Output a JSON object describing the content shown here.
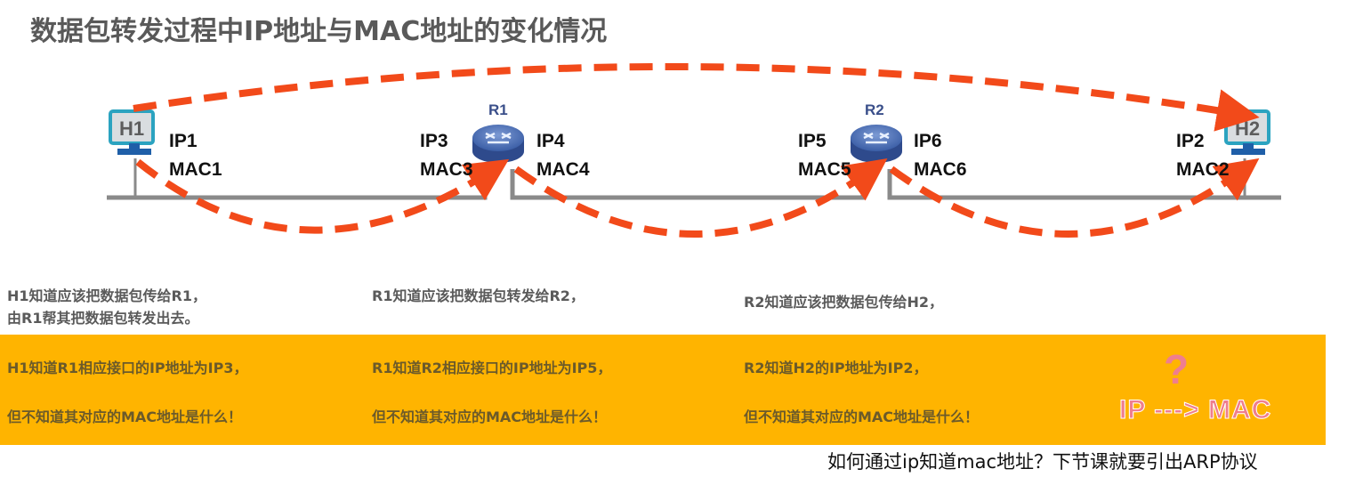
{
  "title": "数据包转发过程中IP地址与MAC地址的变化情况",
  "devices": {
    "h1": {
      "name": "H1",
      "ip": "IP1",
      "mac": "MAC1"
    },
    "r1": {
      "name": "R1",
      "left_ip": "IP3",
      "left_mac": "MAC3",
      "right_ip": "IP4",
      "right_mac": "MAC4"
    },
    "r2": {
      "name": "R2",
      "left_ip": "IP5",
      "left_mac": "MAC5",
      "right_ip": "IP6",
      "right_mac": "MAC6"
    },
    "h2": {
      "name": "H2",
      "ip": "IP2",
      "mac": "MAC2"
    }
  },
  "descriptions": {
    "h1_line1": "H1知道应该把数据包传给R1，",
    "h1_line2": "由R1帮其把数据包转发出去。",
    "r1": "R1知道应该把数据包转发给R2，",
    "r2": "R2知道应该把数据包传给H2，"
  },
  "band": {
    "col1": {
      "line1": "H1知道R1相应接口的IP地址为IP3，",
      "line2": "但不知道其对应的MAC地址是什么！"
    },
    "col2": {
      "line1": "R1知道R2相应接口的IP地址为IP5，",
      "line2": "但不知道其对应的MAC地址是什么！"
    },
    "col3": {
      "line1": "R2知道H2的IP地址为IP2，",
      "line2": "但不知道其对应的MAC地址是什么！"
    },
    "question_mark": "?",
    "mapping": "IP ---> MAC"
  },
  "footer": "如何通过ip知道mac地址？下节课就要引出ARP协议",
  "colors": {
    "arrow": "#f24a1a",
    "band": "#ffb400",
    "host_frame": "#2ba3c0",
    "router": "#4a6db0",
    "pink": "#ef7e8e"
  }
}
